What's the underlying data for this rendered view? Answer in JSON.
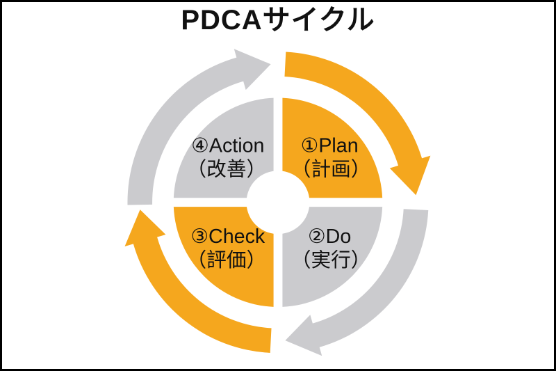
{
  "title": "PDCAサイクル",
  "colors": {
    "orange": "#F5A71E",
    "gray": "#CBCBCE",
    "text": "#111111",
    "background": "#FFFFFF",
    "frame": "#000000"
  },
  "quadrants": [
    {
      "name": "plan",
      "position": "top-right",
      "color": "orange",
      "line1": "①Plan",
      "line2": "（計画）"
    },
    {
      "name": "do",
      "position": "bottom-right",
      "color": "gray",
      "line1": "②Do",
      "line2": "（実行）"
    },
    {
      "name": "check",
      "position": "bottom-left",
      "color": "orange",
      "line1": "③Check",
      "line2": "（評価）"
    },
    {
      "name": "action",
      "position": "top-left",
      "color": "gray",
      "line1": "④Action",
      "line2": "（改善）"
    }
  ],
  "arrows": [
    {
      "name": "action-to-plan",
      "position": "top",
      "color": "gray"
    },
    {
      "name": "plan-to-do",
      "position": "right",
      "color": "orange"
    },
    {
      "name": "do-to-check",
      "position": "bottom",
      "color": "gray"
    },
    {
      "name": "check-to-action",
      "position": "left",
      "color": "orange"
    }
  ]
}
